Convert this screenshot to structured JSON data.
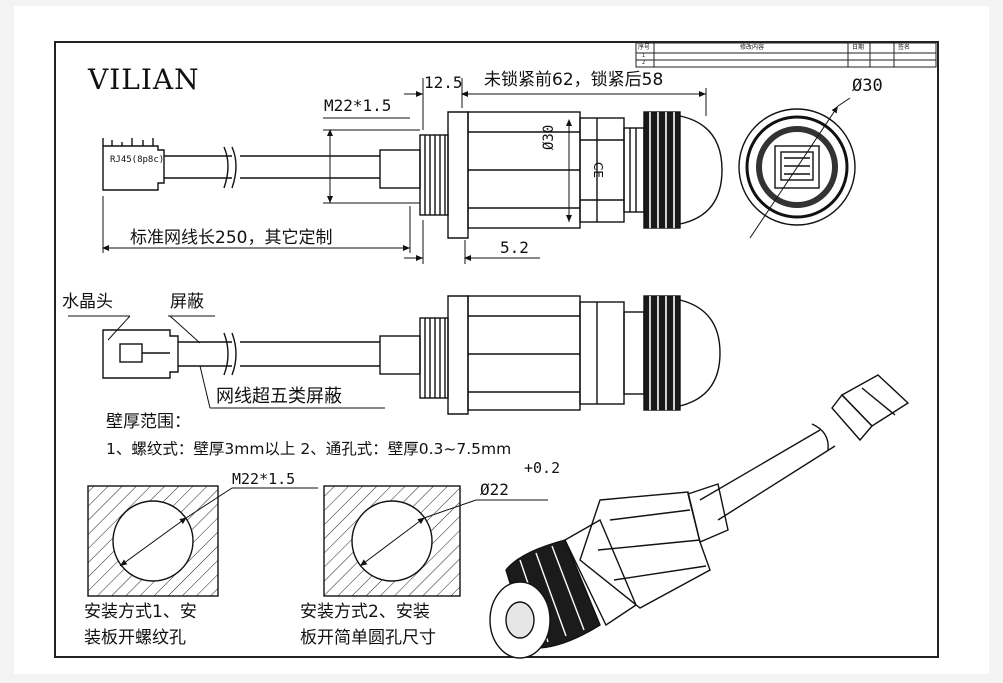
{
  "brand": "VILIAN",
  "title_block": {
    "cells": [
      "序号",
      "修改内容",
      "日期",
      "签名",
      "1",
      "2"
    ]
  },
  "dims": {
    "d12_5": "12.5",
    "length_note": "未锁紧前62，锁紧后58",
    "m22_top": "M22*1.5",
    "dia30_side": "Ø30",
    "dia30_end": "Ø30",
    "ce_mark": "CE",
    "d5_2": "5.2",
    "cable_note": "标准网线长250，其它定制",
    "rj45": "RJ45(8p8c)"
  },
  "labels": {
    "crystal_head": "水晶头",
    "shield": "屏蔽",
    "cable_type": "网线超五类屏蔽"
  },
  "wall": {
    "heading": "壁厚范围：",
    "line": "1、螺纹式：壁厚3mm以上 2、通孔式：壁厚0.3~7.5mm",
    "tol": "+0.2",
    "m22_hole": "M22*1.5",
    "dia22": "Ø22",
    "method1_l1": "安装方式1、安",
    "method1_l2": "装板开螺纹孔",
    "method2_l1": "安装方式2、安装",
    "method2_l2": "板开简单圆孔尺寸"
  }
}
